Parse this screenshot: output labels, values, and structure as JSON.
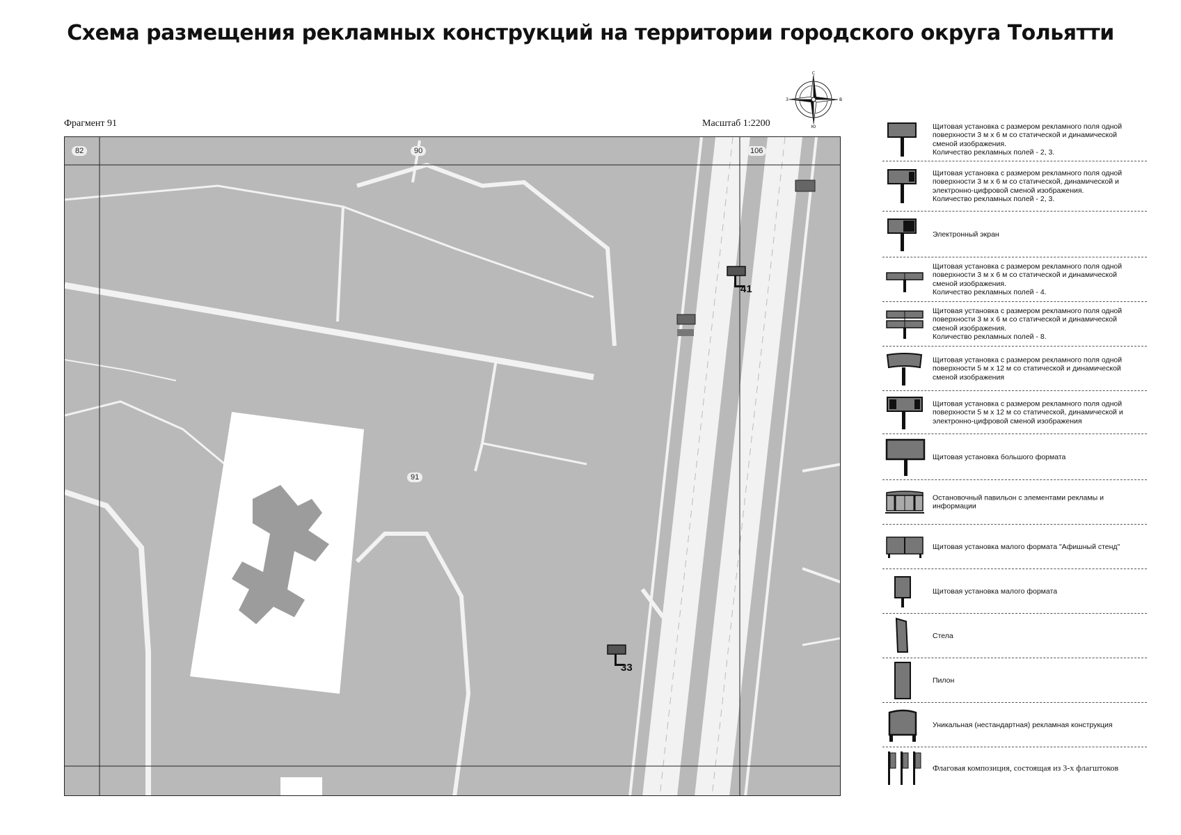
{
  "title": "Схема размещения рекламных конструкций на территории городского округа Тольятти",
  "fragment_label": "Фрагмент 91",
  "scale_label": "Масштаб 1:2200",
  "compass": {
    "n": "С",
    "s": "Ю",
    "w": "З",
    "e": "В"
  },
  "map": {
    "block_labels": {
      "b82": "82",
      "b90": "90",
      "b91": "91",
      "b106": "106"
    },
    "markers": {
      "m41": "41",
      "m33": "33"
    },
    "colors": {
      "background": "#b9b9b9",
      "roads": "#f2f2f2",
      "building": "#9c9c9c",
      "lot": "#ffffff",
      "marker": "#555555"
    }
  },
  "legend": [
    {
      "icon": "billboard-3x6-static-dynamic-icon",
      "text": "Щитовая установка с размером рекламного поля одной поверхности 3 м х 6 м со статической и динамической сменой изображения.\nКоличество рекламных полей - 2, 3."
    },
    {
      "icon": "billboard-3x6-digital-icon",
      "text": "Щитовая установка с размером рекламного поля одной поверхности 3 м х 6 м со статической, динамической и электронно-цифровой сменой изображения.\nКоличество рекламных полей - 2, 3."
    },
    {
      "icon": "electronic-screen-icon",
      "text": "Электронный экран"
    },
    {
      "icon": "billboard-3x6-four-fields-icon",
      "text": "Щитовая установка с размером рекламного поля одной поверхности 3 м х 6 м со статической и динамической сменой изображения.\nКоличество рекламных полей - 4."
    },
    {
      "icon": "billboard-3x6-eight-fields-icon",
      "text": "Щитовая установка с размером рекламного поля одной поверхности 3 м х 6 м со статической и динамической сменой изображения.\nКоличество рекламных полей - 8."
    },
    {
      "icon": "billboard-5x12-static-dynamic-icon",
      "text": "Щитовая установка с размером рекламного поля одной поверхности 5 м х 12 м со статической и динамической сменой изображения"
    },
    {
      "icon": "billboard-5x12-digital-icon",
      "text": "Щитовая установка с размером рекламного поля одной поверхности 5 м х 12 м со статической, динамической и электронно-цифровой сменой изображения"
    },
    {
      "icon": "large-format-billboard-icon",
      "text": "Щитовая установка большого формата"
    },
    {
      "icon": "bus-stop-pavilion-icon",
      "text": "Остановочный павильон с элементами рекламы и информации"
    },
    {
      "icon": "poster-stand-icon",
      "text": "Щитовая установка малого формата \"Афишный стенд\""
    },
    {
      "icon": "small-format-board-icon",
      "text": "Щитовая установка малого формата"
    },
    {
      "icon": "stela-icon",
      "text": "Стела"
    },
    {
      "icon": "pylon-icon",
      "text": "Пилон"
    },
    {
      "icon": "unique-construction-icon",
      "text": "Уникальная (нестандартная) рекламная конструкция"
    },
    {
      "icon": "flag-composition-icon",
      "text": "Флаговая композиция, состоящая из 3-х флагштоков"
    }
  ]
}
